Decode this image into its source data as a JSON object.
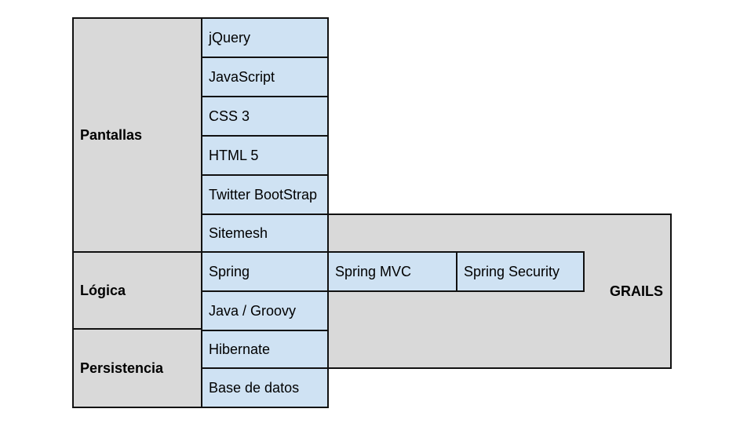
{
  "layers": {
    "pantallas": "Pantallas",
    "logica": "Lógica",
    "persistencia": "Persistencia"
  },
  "technologies": [
    "jQuery",
    "JavaScript",
    "CSS 3",
    "HTML 5",
    "Twitter BootStrap",
    "Sitemesh",
    "Spring",
    "Java / Groovy",
    "Hibernate",
    "Base de datos"
  ],
  "spring_modules": {
    "mvc": "Spring MVC",
    "security": "Spring Security"
  },
  "framework": "GRAILS",
  "colors": {
    "layer_fill": "#d9d9d9",
    "tech_fill": "#cfe2f3",
    "border": "#111111"
  }
}
